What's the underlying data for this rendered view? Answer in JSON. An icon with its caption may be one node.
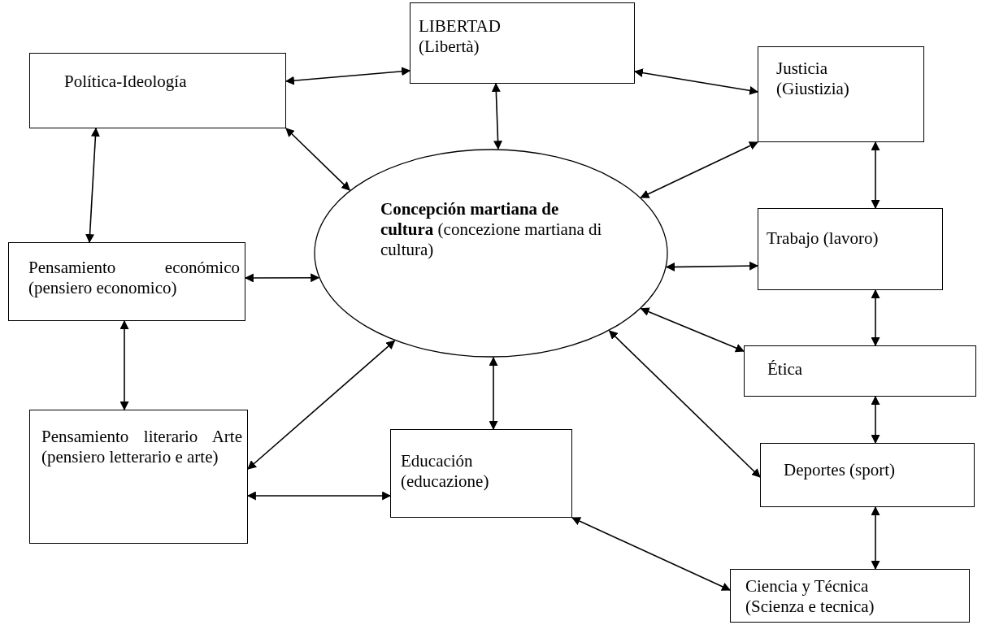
{
  "diagram": {
    "nodes": [
      {
        "text": [
          "Política-Ideología"
        ]
      },
      {
        "text": [
          "LIBERTAD",
          "(Libertà)"
        ]
      },
      {
        "text": [
          "Justicia",
          "(Giustizia)"
        ]
      },
      {
        "text": [
          "**Concepción martiana de cultura** (concezione martiana di cultura)"
        ]
      },
      {
        "text": [
          "Pensamiento económico (pensiero economico)"
        ]
      },
      {
        "text": [
          "Trabajo (lavoro)"
        ]
      },
      {
        "text": [
          "Ética"
        ]
      },
      {
        "text": [
          "Pensamiento literario Arte (pensiero letterario e arte)"
        ]
      },
      {
        "text": [
          "Educación",
          "(educazione)"
        ]
      },
      {
        "text": [
          "Deportes (sport)"
        ]
      },
      {
        "text": [
          "Ciencia y Técnica",
          "(Scienza e tecnica)"
        ]
      }
    ],
    "edges": [
      {
        "from": 0,
        "to": 1,
        "arrow": "both"
      },
      {
        "from": 1,
        "to": 2,
        "arrow": "both"
      },
      {
        "from": 0,
        "to": 3,
        "arrow": "both"
      },
      {
        "from": 1,
        "to": 3,
        "arrow": "both"
      },
      {
        "from": 2,
        "to": 3,
        "arrow": "both"
      },
      {
        "from": 0,
        "to": 4,
        "arrow": "both"
      },
      {
        "from": 4,
        "to": 3,
        "arrow": "both"
      },
      {
        "from": 2,
        "to": 5,
        "arrow": "both"
      },
      {
        "from": 3,
        "to": 5,
        "arrow": "both"
      },
      {
        "from": 4,
        "to": 7,
        "arrow": "both"
      },
      {
        "from": 5,
        "to": 6,
        "arrow": "both"
      },
      {
        "from": 3,
        "to": 6,
        "arrow": "both"
      },
      {
        "from": 7,
        "to": 3,
        "arrow": "both"
      },
      {
        "from": 3,
        "to": 8,
        "arrow": "both"
      },
      {
        "from": 6,
        "to": 9,
        "arrow": "both"
      },
      {
        "from": 3,
        "to": 9,
        "arrow": "both"
      },
      {
        "from": 7,
        "to": 8,
        "arrow": "both"
      },
      {
        "from": 9,
        "to": 10,
        "arrow": "both"
      },
      {
        "from": 8,
        "to": 10,
        "arrow": "both"
      }
    ]
  }
}
